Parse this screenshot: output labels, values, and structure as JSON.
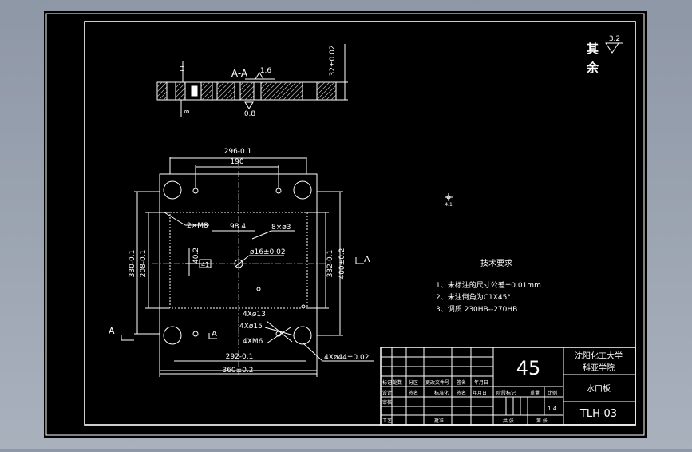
{
  "colors": {
    "background": "#9aa2b0",
    "sheet": "#000000",
    "line": "#ffffff",
    "hatch": "#cfcfcf"
  },
  "section_view": {
    "label": "A-A",
    "dim_thickness": "32±0.02",
    "dim_top": "11",
    "dim_left": "8",
    "roughness_top": "1.6",
    "roughness_bottom": "0.8"
  },
  "plan_view": {
    "dim_top_outer": "296-0.1",
    "dim_top_inner": "190",
    "dim_left_outer": "330-0.1",
    "dim_left_inner": "208-0.1",
    "dim_right_inner": "332-0.1",
    "dim_right_outer": "400±0.2",
    "dim_bottom_inner": "292-0.1",
    "dim_bottom_outer": "360±0.2",
    "label_2xm8": "2×M8",
    "label_984": "98.4",
    "label_8x3": "8×ø3",
    "label_bore": "ø16±0.02",
    "label_402": "40.2",
    "label_41": "41",
    "label_4x13": "4Xø13",
    "label_4x15": "4Xø15",
    "label_4xm6": "4XM6",
    "label_4x44": "4Xø44±0.02",
    "section_mark": "A"
  },
  "roughness_note": {
    "text_line1": "其",
    "text_line2": "余",
    "value": "3.2"
  },
  "small_mark": "4.1",
  "technical_requirements": {
    "title": "技术要求",
    "items": [
      "1、未标注的尺寸公差±0.01mm",
      "2、未注倒角为C1X45°",
      "3、调质  230HB--270HB"
    ]
  },
  "title_block": {
    "material": "45",
    "school_line1": "沈阳化工大学",
    "school_line2": "科亚学院",
    "part_name": "水口板",
    "drawing_no": "TLH-03",
    "scale": "1:4",
    "labels": {
      "r1_a": "标记",
      "r1_b": "处数",
      "r1_c": "分区",
      "r1_d": "更改文件号",
      "r1_e": "签名",
      "r1_f": "年月日",
      "r2_a": "设计",
      "r2_b": "签名",
      "r2_c": "标准化",
      "r2_d": "签名",
      "r2_e": "年月日",
      "stage_a": "阶段标记",
      "stage_b": "重量",
      "stage_c": "比例",
      "r3_a": "审核",
      "r4_a": "工艺",
      "r4_b": "批准",
      "sheet_a": "共  张",
      "sheet_b": "第  张"
    }
  }
}
